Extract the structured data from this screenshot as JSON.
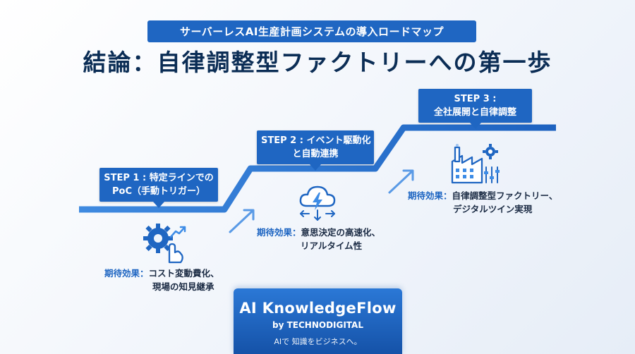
{
  "header": {
    "subtitle": "サーバーレスAI生産計画システムの導入ロードマップ",
    "title": "結論：自律調整型ファクトリーへの第一歩"
  },
  "steps": [
    {
      "callout_line1": "STEP 1 : 特定ラインでの",
      "callout_line2": "PoC（手動トリガー）",
      "effect_label": "期待効果：",
      "effect_line1": "コスト変動費化、",
      "effect_line2": "現場の知見継承",
      "icon": "gear-hand-icon"
    },
    {
      "callout_line1": "STEP 2 : イベント駆動化",
      "callout_line2": "と自動連携",
      "effect_label": "期待効果：",
      "effect_line1": "意思決定の高速化、",
      "effect_line2": "リアルタイム性",
      "icon": "cloud-lightning-icon"
    },
    {
      "callout_line1": "STEP 3 :",
      "callout_line2": "全社展開と自律調整",
      "effect_label": "期待効果：",
      "effect_line1": "自律調整型ファクトリー、",
      "effect_line2": "デジタルツイン実現",
      "icon": "factory-icon"
    }
  ],
  "brand": {
    "name": "AI KnowledgeFlow",
    "by": "by TECHNODIGITAL",
    "tagline": "AIで 知識をビジネスへ。"
  },
  "colors": {
    "accent": "#1f66c2",
    "title": "#0b2d55",
    "path": "#2f7bd8"
  }
}
